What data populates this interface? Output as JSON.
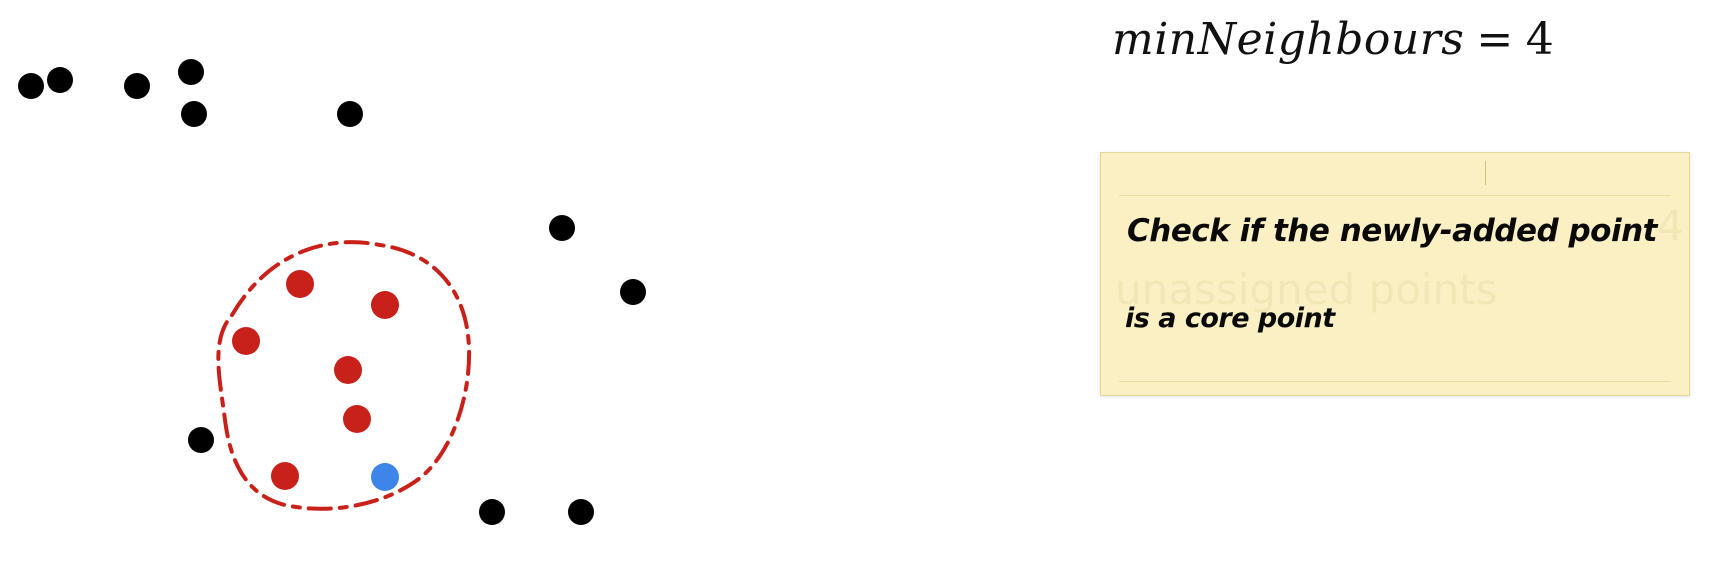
{
  "formula": {
    "variable": "minNeighbours",
    "operator": "=",
    "value": "4"
  },
  "note": {
    "line1": "Check if the newly-added point",
    "line2": "is a core point",
    "ghost_line1": "4",
    "ghost_line2": "unassigned points"
  },
  "colors": {
    "point": "#000000",
    "neighborhood": "#c8211a",
    "new_point": "#3d85e8",
    "note_background": "#faf0c4"
  }
}
